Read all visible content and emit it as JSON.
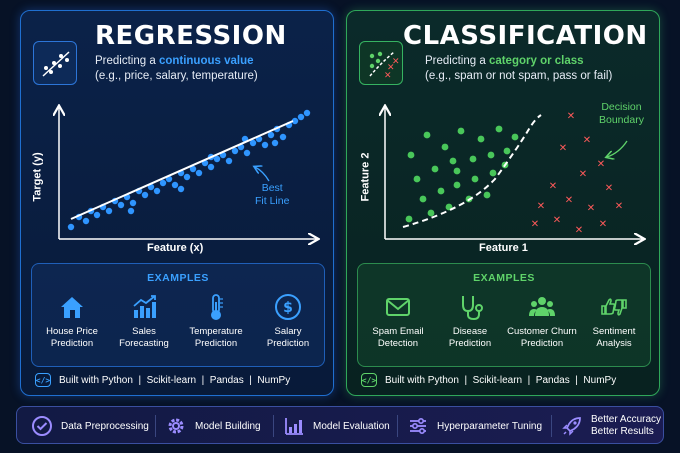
{
  "regression": {
    "title": "REGRESSION",
    "subtitle_prefix": "Predicting a ",
    "subtitle_highlight": "continuous value",
    "subtitle_line2": "(e.g., price, salary, temperature)",
    "y_axis_label": "Target (y)",
    "x_axis_label": "Feature (x)",
    "annotation": "Best\nFit Line",
    "examples_title": "EXAMPLES",
    "examples": [
      {
        "label": "House Price\nPrediction",
        "icon": "house-icon"
      },
      {
        "label": "Sales\nForecasting",
        "icon": "bar-chart-icon"
      },
      {
        "label": "Temperature\nPrediction",
        "icon": "thermometer-icon"
      },
      {
        "label": "Salary\nPrediction",
        "icon": "dollar-icon"
      }
    ],
    "built_with": "Built with Python  |  Scikit-learn  |  Pandas  |  NumPy",
    "code_glyph": "</>"
  },
  "classification": {
    "title": "CLASSIFICATION",
    "subtitle_prefix": "Predicting a ",
    "subtitle_highlight": "category or class",
    "subtitle_line2": "(e.g., spam or not spam, pass or fail)",
    "y_axis_label": "Feature 2",
    "x_axis_label": "Feature 1",
    "annotation": "Decision\nBoundary",
    "examples_title": "EXAMPLES",
    "examples": [
      {
        "label": "Spam Email\nDetection",
        "icon": "envelope-icon"
      },
      {
        "label": "Disease\nPrediction",
        "icon": "stethoscope-icon"
      },
      {
        "label": "Customer Churn\nPrediction",
        "icon": "users-icon"
      },
      {
        "label": "Sentiment\nAnalysis",
        "icon": "thumbs-icon"
      }
    ],
    "built_with": "Built with Python  |  Scikit-learn  |  Pandas  |  NumPy",
    "code_glyph": "</>"
  },
  "bottom_bar": {
    "items": [
      {
        "label": "Data Preprocessing",
        "icon": "check-circle-icon"
      },
      {
        "label": "Model Building",
        "icon": "gear-icon"
      },
      {
        "label": "Model Evaluation",
        "icon": "chart-icon"
      },
      {
        "label": "Hyperparameter Tuning",
        "icon": "sliders-icon"
      },
      {
        "label": "Better Accuracy\nBetter Results",
        "icon": "rocket-icon"
      }
    ]
  },
  "colors": {
    "regression_accent": "#3aa0ff",
    "classification_accent": "#5fd36a",
    "cross_color": "#ff5a5a"
  }
}
